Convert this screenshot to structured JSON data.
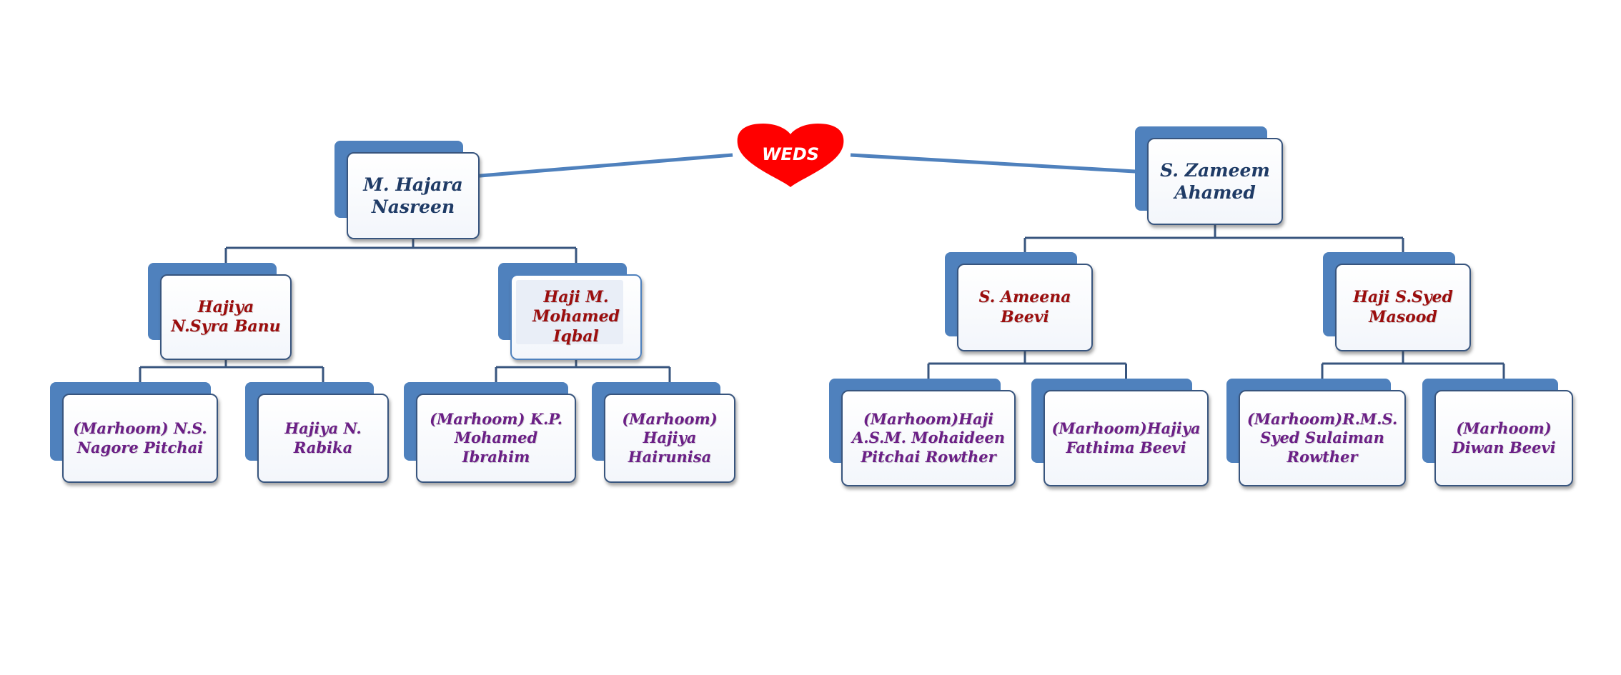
{
  "weds_label": "WEDS",
  "colors": {
    "connector": "#4f81bd",
    "tree_line": "#38557e",
    "card_shadow": "#4f81bd",
    "heart": "#ff0000",
    "name_primary": "#1f3b66",
    "name_parent": "#9b0d0d",
    "name_grandparent": "#6b1f86"
  },
  "bride": {
    "name": "M. Hajara Nasreen",
    "mother": {
      "name": "Hajiya N.Syra Banu",
      "parents": [
        "(Marhoom) N.S. Nagore Pitchai",
        "Hajiya N. Rabika"
      ]
    },
    "father": {
      "name": "Haji M. Mohamed Iqbal",
      "parents": [
        "(Marhoom) K.P. Mohamed Ibrahim",
        "(Marhoom) Hajiya Hairunisa"
      ]
    }
  },
  "groom": {
    "name": "S. Zameem Ahamed",
    "mother": {
      "name": "S. Ameena Beevi",
      "parents": [
        "(Marhoom)Haji A.S.M. Mohaideen Pitchai Rowther",
        "(Marhoom)Hajiya Fathima Beevi"
      ]
    },
    "father": {
      "name": "Haji S.Syed Masood",
      "parents": [
        "(Marhoom)R.M.S. Syed Sulaiman Rowther",
        "(Marhoom) Diwan Beevi"
      ]
    }
  }
}
